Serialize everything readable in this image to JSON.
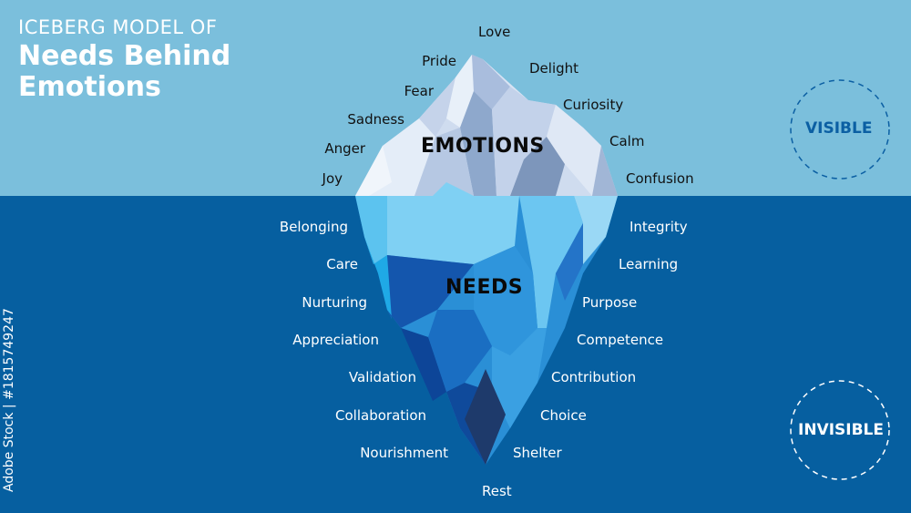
{
  "title": {
    "line1": "ICEBERG MODEL OF",
    "line2": "Needs Behind",
    "line3": "Emotions"
  },
  "sections": {
    "emotions": "EMOTIONS",
    "needs": "NEEDS"
  },
  "zones": {
    "visible": "VISIBLE",
    "invisible": "INVISIBLE"
  },
  "emotions": {
    "top": "Love",
    "left": [
      "Pride",
      "Fear",
      "Sadness",
      "Anger",
      "Joy"
    ],
    "right": [
      "Delight",
      "Curiosity",
      "Calm",
      "Confusion"
    ]
  },
  "needs": {
    "left": [
      "Belonging",
      "Care",
      "Nurturing",
      "Appreciation",
      "Validation",
      "Collaboration",
      "Nourishment"
    ],
    "right": [
      "Integrity",
      "Learning",
      "Purpose",
      "Competence",
      "Contribution",
      "Choice",
      "Shelter"
    ],
    "bottom": "Rest"
  },
  "watermark": "Adobe Stock | #1815749247",
  "colors": {
    "sky": "#7bbfdc",
    "sea": "#065fa0",
    "ice_light": "#dfe9f6",
    "ice_mid": "#9bb6d6",
    "ice_shadow": "#7a92b6",
    "under_light": "#5cc3ef",
    "under_mid": "#2a8fd6",
    "under_dark": "#1050a0",
    "under_deep": "#1e3a6b",
    "visible_text": "#0b5fa3"
  }
}
